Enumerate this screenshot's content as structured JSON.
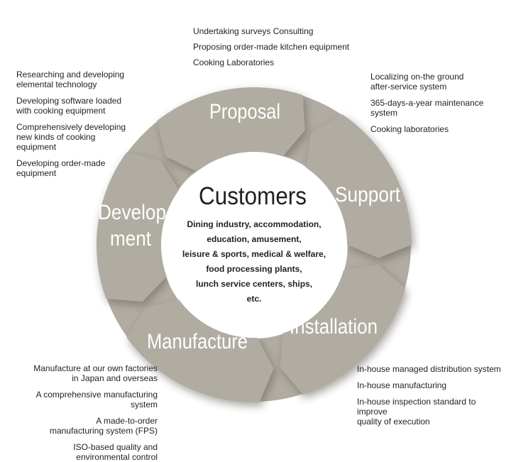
{
  "center": {
    "title": "Customers",
    "lines": [
      "Dining industry, accommodation,",
      "education, amusement,",
      "leisure & sports, medical & welfare,",
      "food processing plants,",
      "lunch service centers, ships,",
      "etc."
    ]
  },
  "ring": {
    "colors": {
      "ring": "#b1aca2",
      "shadow": "#615c54",
      "center_fill": "#ffffff",
      "label": "#ffffff",
      "text": "#231f20"
    },
    "stages": [
      {
        "id": "proposal",
        "lines": [
          "Proposal"
        ]
      },
      {
        "id": "support",
        "lines": [
          "Support"
        ]
      },
      {
        "id": "installation",
        "lines": [
          "Installation"
        ]
      },
      {
        "id": "manufacture",
        "lines": [
          "Manufacture"
        ]
      },
      {
        "id": "development",
        "lines": [
          "Develop",
          "ment"
        ]
      }
    ]
  },
  "notes": {
    "development": [
      "Researching and developing\nelemental technology",
      "Developing software loaded\nwith cooking equipment",
      "Comprehensively developing\nnew kinds of cooking\nequipment",
      "Developing order-made\nequipment"
    ],
    "proposal": [
      "Undertaking surveys Consulting",
      "Proposing order-made kitchen equipment",
      "Cooking Laboratories"
    ],
    "support": [
      "Localizing on-the ground\nafter-service system",
      "365-days-a-year maintenance system",
      "Cooking laboratories"
    ],
    "manufacture": [
      "Manufacture at our own factories\nin Japan and overseas",
      "A comprehensive manufacturing system",
      "A made-to-order\nmanufacturing system (FPS)",
      "ISO-based quality and\nenvironmental control"
    ],
    "installation": [
      "In-house managed distribution system",
      "In-house manufacturing",
      "In-house inspection standard to improve\nquality of execution"
    ]
  }
}
